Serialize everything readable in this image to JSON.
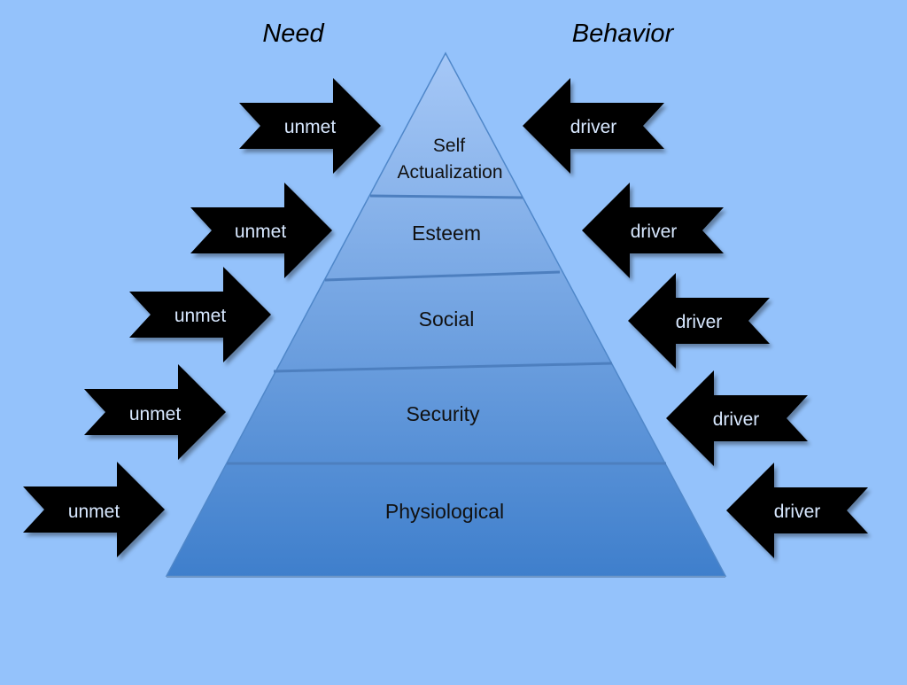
{
  "diagram": {
    "headings": {
      "need": "Need",
      "behavior": "Behavior"
    },
    "levels": [
      {
        "id": "self-actualization",
        "lines": [
          "Self",
          "Actualization"
        ]
      },
      {
        "id": "esteem",
        "lines": [
          "Esteem"
        ]
      },
      {
        "id": "social",
        "lines": [
          "Social"
        ]
      },
      {
        "id": "security",
        "lines": [
          "Security"
        ]
      },
      {
        "id": "physiological",
        "lines": [
          "Physiological"
        ]
      }
    ],
    "arrows": {
      "left_label": "unmet",
      "right_label": "driver"
    },
    "colors": {
      "background": "#94c2fb",
      "pyramid_top": "#a6c8f7",
      "pyramid_bottom": "#3f7fcc",
      "arrow_fill": "#000000",
      "arrow_text": "#d8e8ff"
    }
  }
}
